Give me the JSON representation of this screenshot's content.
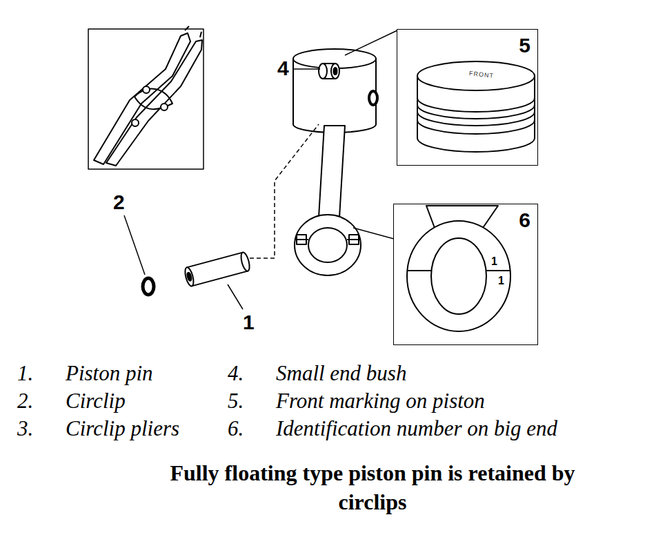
{
  "diagram": {
    "caption": "Fully floating type piston pin is retained by circlips",
    "nodes": [
      {
        "text": [
          "5"
        ]
      },
      {
        "text": [
          "6"
        ]
      }
    ],
    "labels": [
      "4",
      "2",
      "1",
      "FRONT",
      "1",
      "1",
      "1.",
      "Piston pin",
      "2.",
      "Circlip",
      "3.",
      "Circlip pliers",
      "4.",
      "Small end bush",
      "5.",
      "Front marking on piston",
      "6.",
      "Identification number on big end"
    ]
  }
}
